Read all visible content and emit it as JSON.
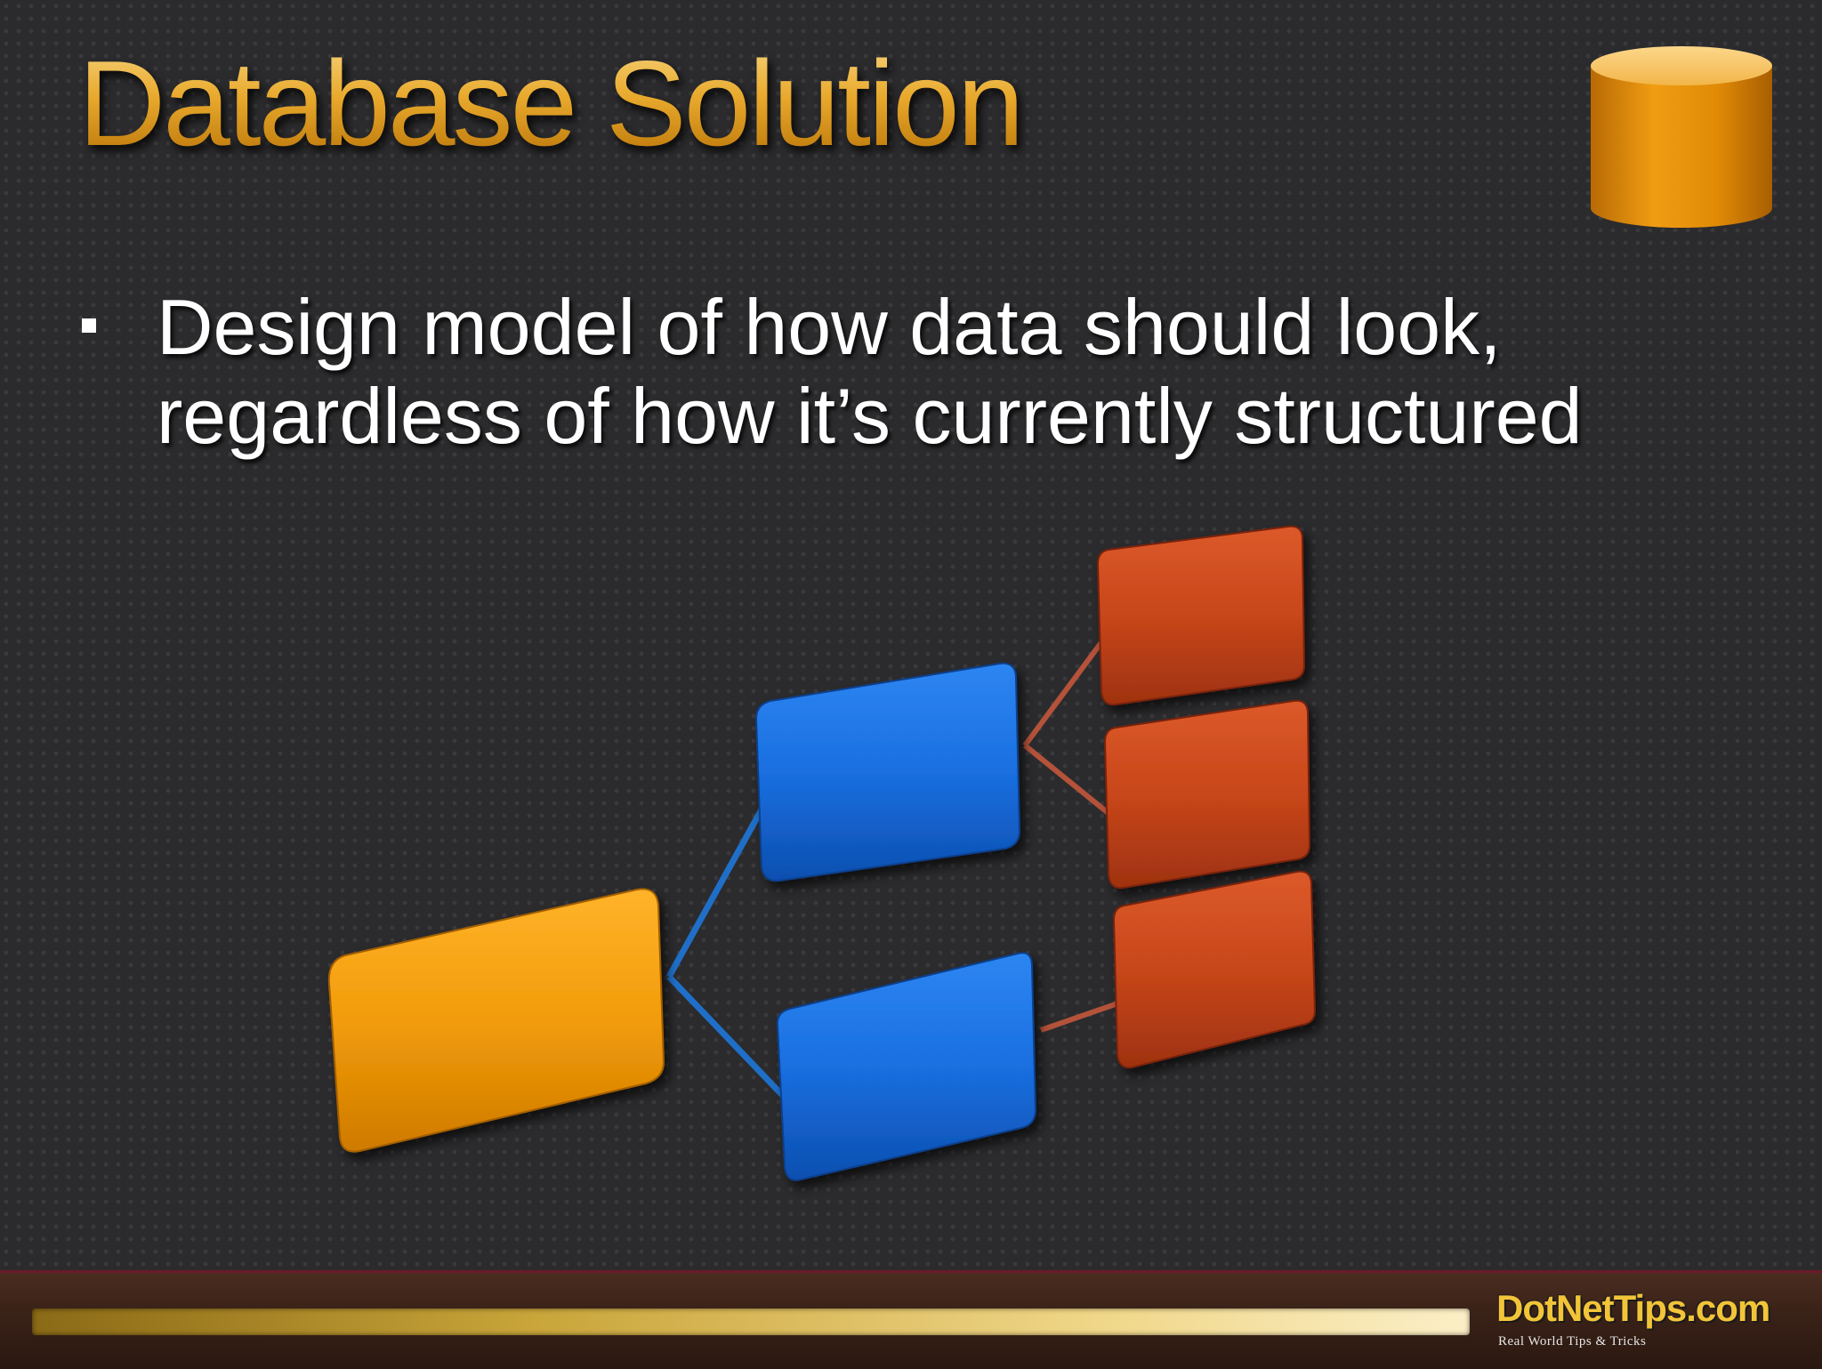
{
  "slide": {
    "title": "Database Solution",
    "bullets": [
      {
        "line1": "Design model of how data should look,",
        "line2": "regardless of how it’s currently structured"
      }
    ]
  },
  "icons": {
    "top_right": "database-cylinder-icon"
  },
  "diagram": {
    "root": {
      "color": "#f29c0a"
    },
    "children": [
      {
        "color": "#1a6fe0",
        "leaves": 2
      },
      {
        "color": "#1a6fe0",
        "leaves": 1
      }
    ],
    "leaf_color": "#c8461a",
    "connector_colors": {
      "blue": "#1f6fc8",
      "red": "#b4523a"
    }
  },
  "footer": {
    "logo_text": "DotNetTips.com",
    "logo_tagline": "Real World Tips & Tricks"
  },
  "colors": {
    "title": "#e8a92c",
    "background": "#2b2b2d",
    "accent_gold": "#f2c438"
  }
}
